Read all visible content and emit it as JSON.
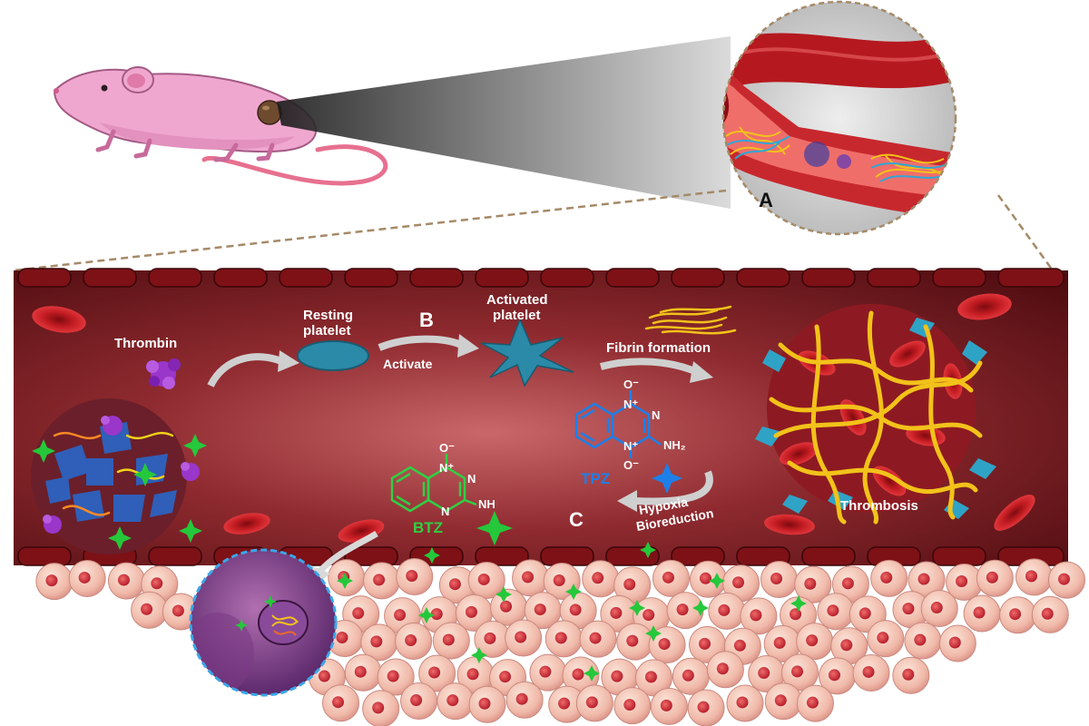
{
  "panel_labels": {
    "a": "A",
    "b": "B",
    "c": "C"
  },
  "labels": {
    "thrombin": "Thrombin",
    "resting_platelet_line1": "Resting",
    "resting_platelet_line2": "platelet",
    "activated_platelet_line1": "Activated",
    "activated_platelet_line2": "platelet",
    "activate": "Activate",
    "fibrin_formation": "Fibrin formation",
    "thrombosis": "Thrombosis",
    "hypoxia": "Hypoxia",
    "bioreduction": "Bioreduction",
    "tpz": "TPZ",
    "btz": "BTZ"
  },
  "tpz_structure": {
    "n_oxide_top": "O⁻",
    "n_plus_top": "N⁺",
    "n_ring": "N",
    "n_plus_bottom": "N⁺",
    "n_oxide_bottom": "O⁻",
    "nh2": "NH₂"
  },
  "btz_structure": {
    "n_oxide_top": "O⁻",
    "n_plus_top": "N⁺",
    "n_ring_right": "N",
    "n_ring_bottom": "N",
    "nh": "NH"
  },
  "colors": {
    "vessel_dark": "#5a0f12",
    "vessel_mid": "#a8353a",
    "rbc": "#b3161d",
    "platelet": "#2f9fc0",
    "fibrin": "#f2c21a",
    "tpz_blue": "#1e7fe8",
    "btz_green": "#2fd043",
    "star_green": "#25c83a",
    "thrombin_purple": "#9a36c9",
    "cell_pink": "#f3c5b8"
  }
}
